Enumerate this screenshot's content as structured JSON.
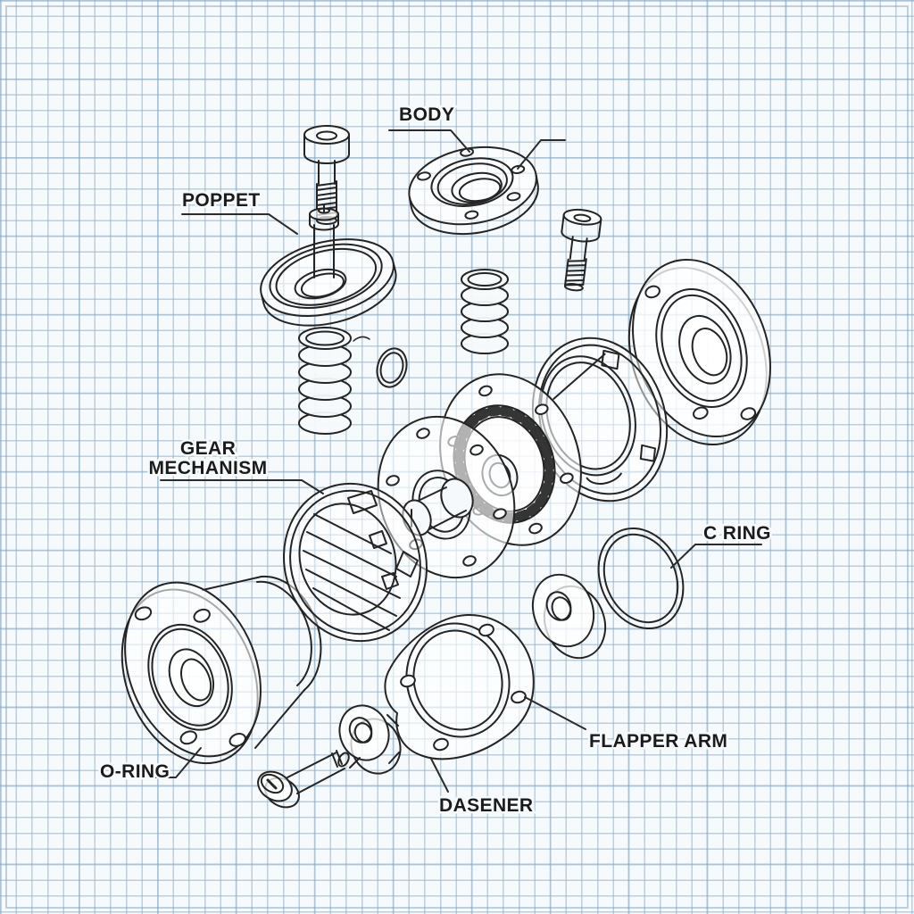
{
  "diagram": {
    "labels": {
      "body": "BODY",
      "poppet": "POPPET",
      "gear_mechanism_line1": "GEAR",
      "gear_mechanism_line2": "MECHANISM",
      "c_ring": "C RING",
      "flapper_arm": "FLAPPER ARM",
      "o_ring": "O-RING",
      "fastener": "DASENER"
    },
    "colors": {
      "paper": "#f7fafc",
      "grid_line": "#a8c3d6",
      "ink": "#242424",
      "label_text": "#1b1b1b"
    }
  }
}
